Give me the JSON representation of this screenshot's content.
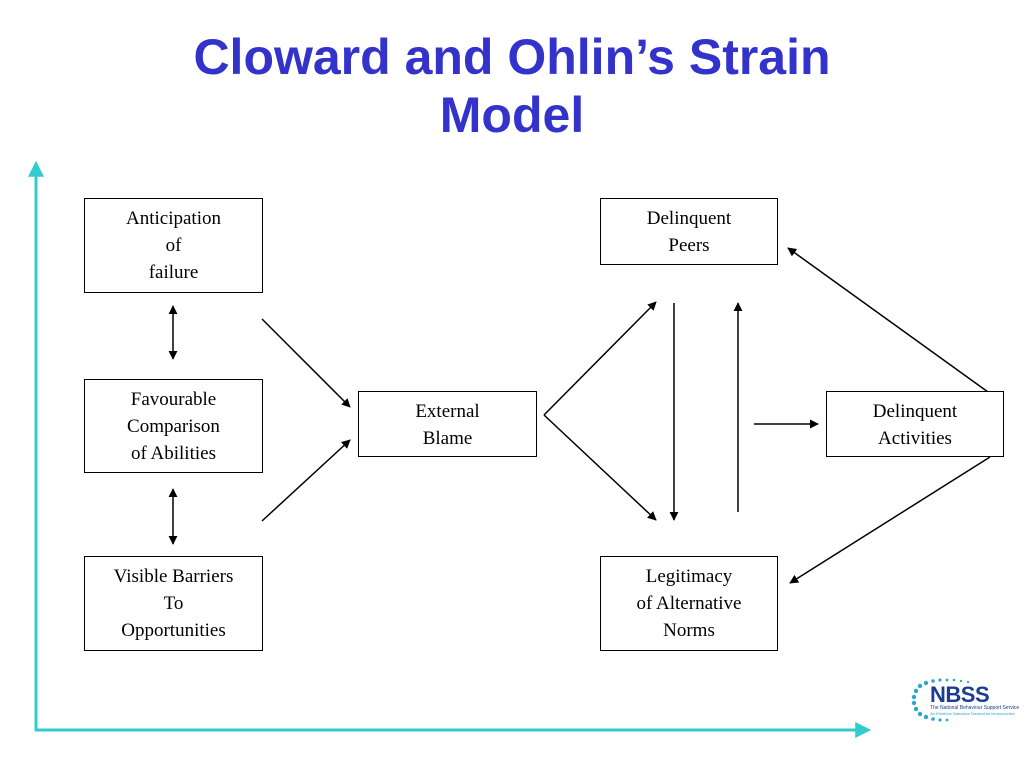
{
  "title": {
    "line1": "Cloward and Ohlin’s Strain",
    "line2": "Model"
  },
  "boxes": {
    "anticipation": [
      "Anticipation",
      "of",
      "failure"
    ],
    "favourable": [
      "Favourable",
      "Comparison",
      "of Abilities"
    ],
    "visible": [
      "Visible Barriers",
      "To",
      "Opportunities"
    ],
    "external": [
      "External",
      "Blame"
    ],
    "peers": [
      "Delinquent",
      "Peers"
    ],
    "legitimacy": [
      "Legitimacy",
      "of Alternative",
      "Norms"
    ],
    "activities": [
      "Delinquent",
      "Activities"
    ]
  },
  "logo": {
    "name": "NBSS",
    "line1": "The National Behaviour Support Service",
    "line2": "An tSeirbhís Náisiúnta Tacaíochta Iompraíochta"
  },
  "colors": {
    "title": "#3333cc",
    "axes": "#33cccc",
    "logo_dark": "#1a3d8f",
    "logo_light": "#2aa8c9"
  }
}
